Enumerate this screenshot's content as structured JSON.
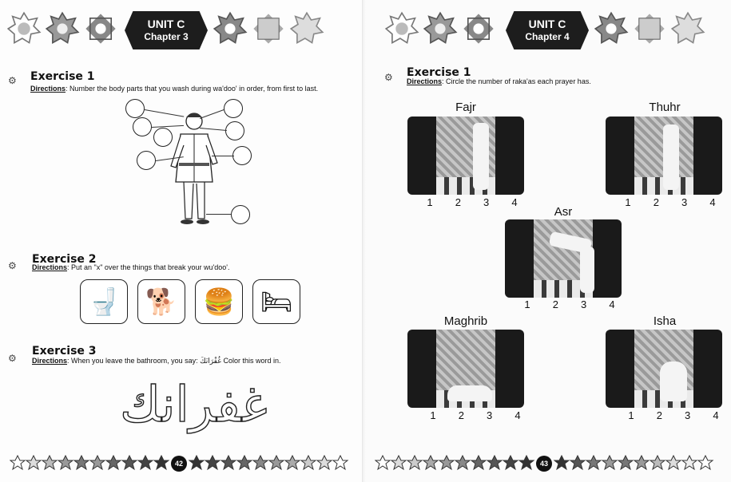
{
  "left_page": {
    "header": {
      "unit": "UNIT C",
      "chapter": "Chapter 3"
    },
    "exercise1": {
      "title": "Exercise 1",
      "directions_label": "Directions",
      "directions_text": ": Number the body parts that you wash during wa'doo' in order, from first to last."
    },
    "exercise2": {
      "title": "Exercise 2",
      "directions_label": "Directions",
      "directions_text": ": Put an \"x\" over the things that break your wu'doo'.",
      "items": [
        {
          "icon": "toilet-icon",
          "glyph": "🚽"
        },
        {
          "icon": "dog-icon",
          "glyph": "🐕"
        },
        {
          "icon": "food-icon",
          "glyph": "🍔"
        },
        {
          "icon": "bed-icon",
          "glyph": "🛏"
        }
      ]
    },
    "exercise3": {
      "title": "Exercise 3",
      "directions_label": "Directions",
      "directions_text": ": When you leave the bathroom, you say: غُفْرَانَكَ Color this word in.",
      "arabic_word": "غفرانك"
    },
    "page_number": "42"
  },
  "right_page": {
    "header": {
      "unit": "UNIT C",
      "chapter": "Chapter 4"
    },
    "exercise1": {
      "title": "Exercise 1",
      "directions_label": "Directions",
      "directions_text": ": Circle the number of raka'as each prayer has."
    },
    "prayers": [
      {
        "name": "Fajr",
        "numbers": [
          "1",
          "2",
          "3",
          "4"
        ]
      },
      {
        "name": "Thuhr",
        "numbers": [
          "1",
          "2",
          "3",
          "4"
        ]
      },
      {
        "name": "Asr",
        "numbers": [
          "1",
          "2",
          "3",
          "4"
        ]
      },
      {
        "name": "Maghrib",
        "numbers": [
          "1",
          "2",
          "3",
          "4"
        ]
      },
      {
        "name": "Isha",
        "numbers": [
          "1",
          "2",
          "3",
          "4"
        ]
      }
    ],
    "page_number": "43"
  }
}
